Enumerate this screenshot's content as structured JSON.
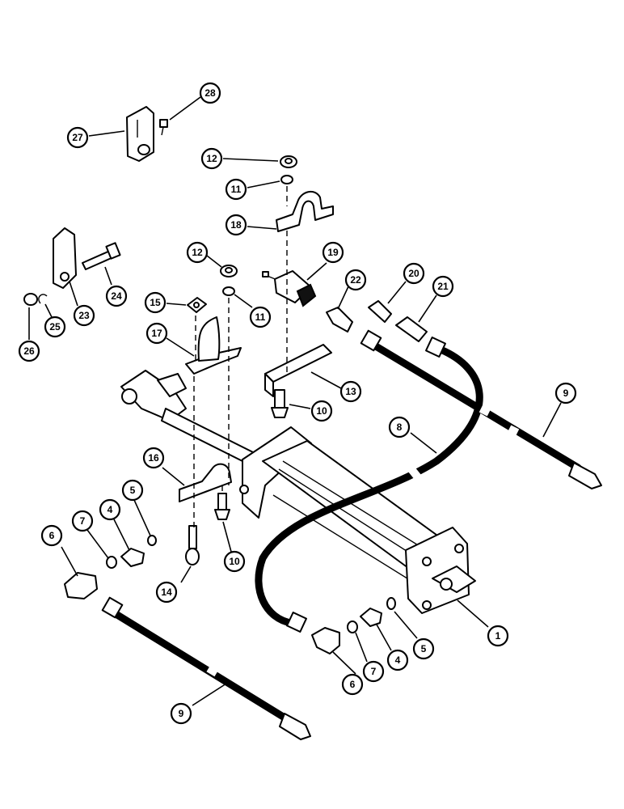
{
  "callouts": [
    {
      "id": "c28",
      "label": "28"
    },
    {
      "id": "c27",
      "label": "27"
    },
    {
      "id": "c12a",
      "label": "12"
    },
    {
      "id": "c11a",
      "label": "11"
    },
    {
      "id": "c18",
      "label": "18"
    },
    {
      "id": "c19",
      "label": "19"
    },
    {
      "id": "c12b",
      "label": "12"
    },
    {
      "id": "c22",
      "label": "22"
    },
    {
      "id": "c20",
      "label": "20"
    },
    {
      "id": "c21",
      "label": "21"
    },
    {
      "id": "c24",
      "label": "24"
    },
    {
      "id": "c23",
      "label": "23"
    },
    {
      "id": "c25",
      "label": "25"
    },
    {
      "id": "c26",
      "label": "26"
    },
    {
      "id": "c15",
      "label": "15"
    },
    {
      "id": "c11b",
      "label": "11"
    },
    {
      "id": "c17",
      "label": "17"
    },
    {
      "id": "c13",
      "label": "13"
    },
    {
      "id": "c10a",
      "label": "10"
    },
    {
      "id": "c9a",
      "label": "9"
    },
    {
      "id": "c8",
      "label": "8"
    },
    {
      "id": "c16",
      "label": "16"
    },
    {
      "id": "c5a",
      "label": "5"
    },
    {
      "id": "c4a",
      "label": "4"
    },
    {
      "id": "c7a",
      "label": "7"
    },
    {
      "id": "c6a",
      "label": "6"
    },
    {
      "id": "c14",
      "label": "14"
    },
    {
      "id": "c10b",
      "label": "10"
    },
    {
      "id": "c1",
      "label": "1"
    },
    {
      "id": "c5b",
      "label": "5"
    },
    {
      "id": "c4b",
      "label": "4"
    },
    {
      "id": "c7b",
      "label": "7"
    },
    {
      "id": "c6b",
      "label": "6"
    },
    {
      "id": "c9b",
      "label": "9"
    }
  ]
}
